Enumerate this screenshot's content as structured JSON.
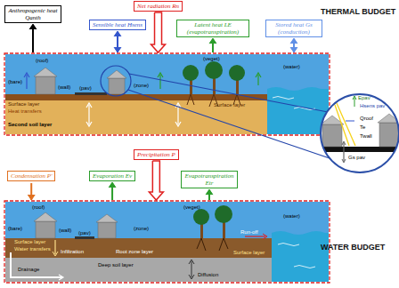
{
  "diagram": {
    "nodes": [
      {
        "text": [
          "Anthropogenic heat Qanth"
        ]
      },
      {
        "text": [
          "Net radiation Rn"
        ]
      },
      {
        "text": [
          "Sensible heat Hsens"
        ]
      },
      {
        "text": [
          "Latent heat LE (evapotranspiration)"
        ]
      },
      {
        "text": [
          "Stored heat Gs (conduction)"
        ]
      },
      {
        "text": [
          "Precipitation P"
        ]
      },
      {
        "text": [
          "Condensation P'"
        ]
      },
      {
        "text": [
          "Evaporation Ev"
        ]
      },
      {
        "text": [
          "Evapotranspiration Etr"
        ]
      }
    ],
    "labels": [
      "THERMAL BUDGET",
      "(roof)",
      "(bare)",
      "(wall)",
      "(pav)",
      "(zone)",
      "(veget)",
      "(water)",
      "Surface layer",
      "Heat transfers",
      "Second soil layer",
      "Surface layer",
      "Hsens pav",
      "Epav",
      "Qroof",
      "Te",
      "Twall",
      "Gs pav",
      "WATER BUDGET",
      "(roof)",
      "(bare)",
      "(wall)",
      "(pav)",
      "(zone)",
      "(veget)",
      "(water)",
      "Surface layer",
      "Water transfers",
      "Infiltration",
      "Root zone layer",
      "Run-off",
      "Drainage",
      "Deep soil layer",
      "Diffusion",
      "Surface layer"
    ]
  }
}
